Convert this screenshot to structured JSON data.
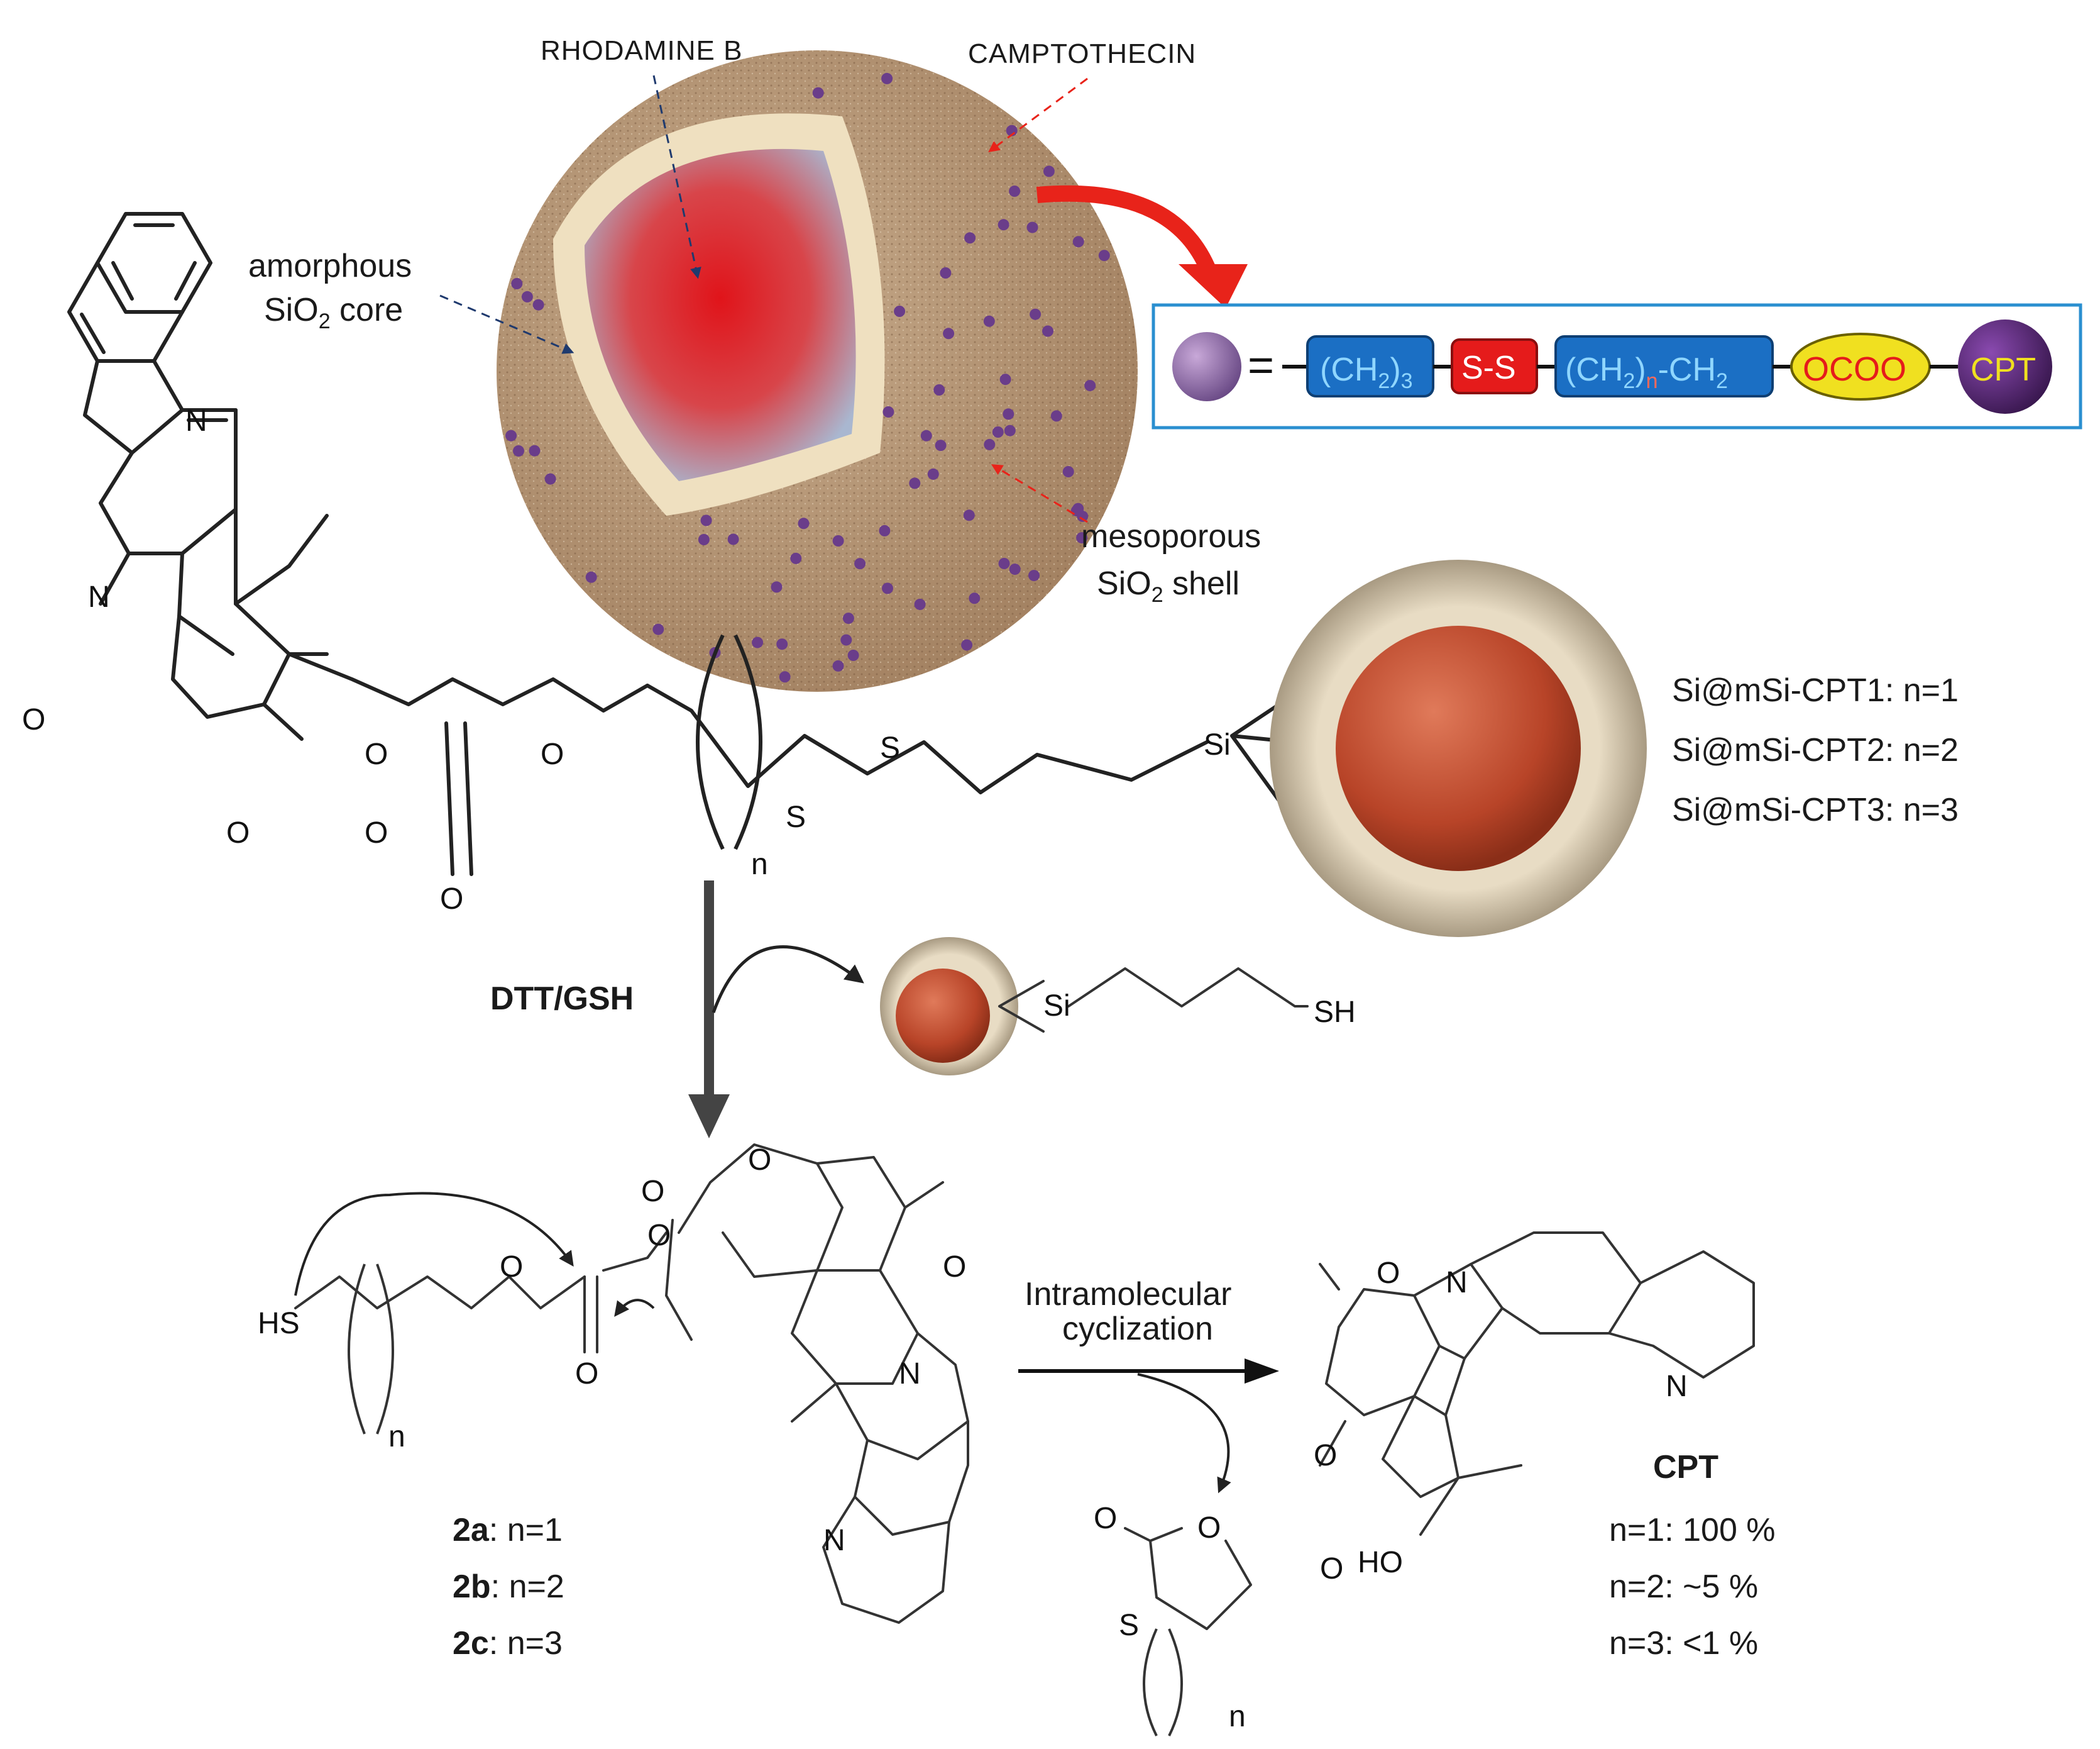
{
  "nanoparticle": {
    "rhodamine_label": "RHODAMINE B",
    "camptothecin_label": "CAMPTOTHECIN",
    "core_label_line1": "amorphous",
    "core_label_line2": "SiO",
    "core_label_sub": "2",
    "core_label_tail": " core",
    "shell_label_line1": "mesoporous",
    "shell_label_line2": "SiO",
    "shell_label_sub": "2",
    "shell_label_tail": " shell",
    "colors": {
      "core": "#e02020",
      "shell_inner": "#efe0c0",
      "shell": "#b8987a",
      "dot": "#6a3d8a",
      "arrow": "#e8231a"
    }
  },
  "linker_box": {
    "equals": "=",
    "seg1": "(CH",
    "seg1_sub": "2",
    "seg1_tail": ")",
    "seg1_sub2": "3",
    "seg2": "S-S",
    "seg3": "(CH",
    "seg3_sub": "2",
    "seg3_tail": ")",
    "seg3_sub2": "n",
    "seg3_end": "-CH",
    "seg3_end_sub": "2",
    "seg4": "OCOO",
    "seg5": "CPT",
    "colors": {
      "blue": "#1b6fc4",
      "red": "#e51b1b",
      "yellow": "#f0e020",
      "purple": "#5b2a7a",
      "border": "#2a8fd0"
    }
  },
  "structure_top": {
    "atoms": {
      "N1": "N",
      "N2": "N",
      "O1": "O",
      "O2": "O",
      "O3": "O",
      "O4": "O",
      "O5": "O",
      "O6": "O",
      "S1": "S",
      "S2": "S",
      "Si": "Si"
    },
    "n_label": "n"
  },
  "variants": [
    "Si@mSi-CPT1: n=1",
    "Si@mSi-CPT2: n=2",
    "Si@mSi-CPT3: n=3"
  ],
  "reaction1": {
    "reagent": "DTT/GSH",
    "byproduct_si": "Si",
    "byproduct_sh": "SH"
  },
  "intermediate": {
    "hs": "HS",
    "n_label": "n",
    "atoms": {
      "O1": "O",
      "O2": "O",
      "O3": "O",
      "O4": "O",
      "O5": "O",
      "O6": "O",
      "N1": "N",
      "N2": "N"
    },
    "labels": [
      {
        "bold": "2a",
        "rest": ": n=1"
      },
      {
        "bold": "2b",
        "rest": ": n=2"
      },
      {
        "bold": "2c",
        "rest": ":  n=3"
      }
    ]
  },
  "reaction2": {
    "line1": "Intramolecular",
    "line2": "cyclization"
  },
  "cyclic_byproduct": {
    "O1": "O",
    "O2": "O",
    "S": "S",
    "n_label": "n"
  },
  "cpt": {
    "title": "CPT",
    "atoms": {
      "O1": "O",
      "O2": "O",
      "O3": "O",
      "N1": "N",
      "N2": "N",
      "HO": "HO"
    },
    "yields": [
      "n=1: 100 %",
      "n=2:   ~5 %",
      "n=3:   <1 %"
    ]
  }
}
